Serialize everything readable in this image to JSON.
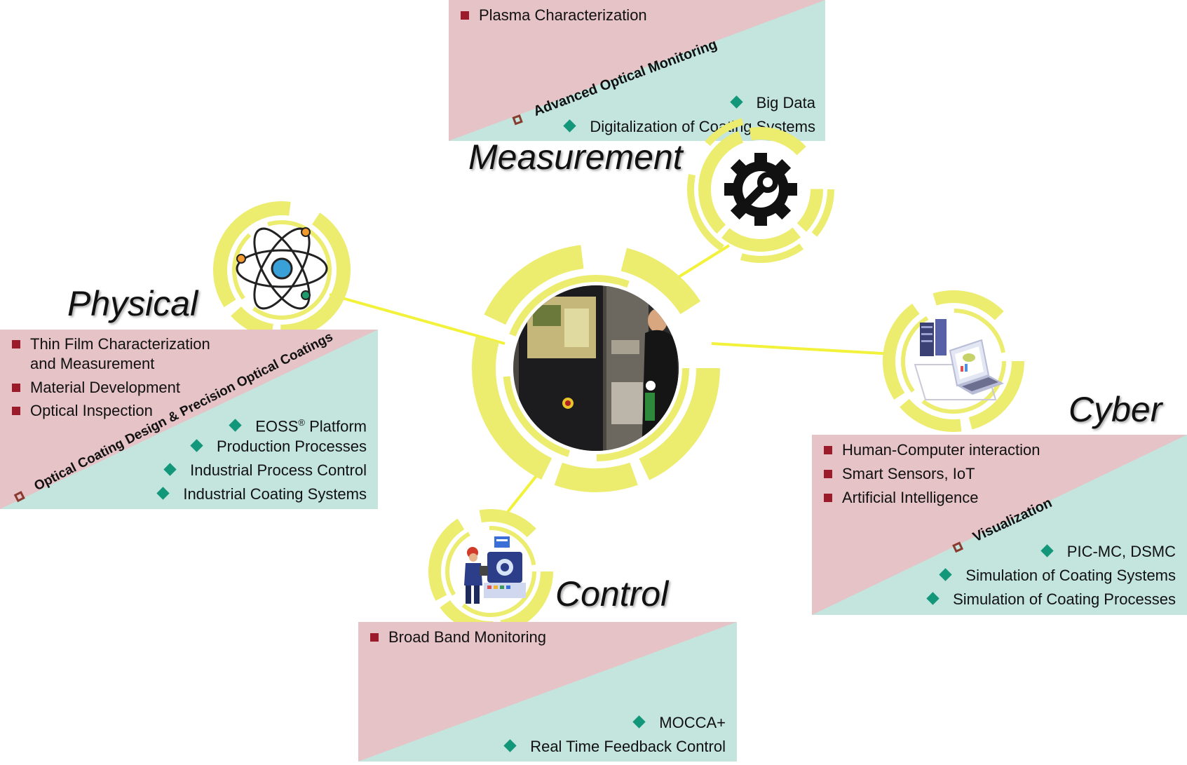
{
  "colors": {
    "pink": "#e5c3c7",
    "mint": "#c3e5dd",
    "yellow": "#ecec6e",
    "connector": "#f2f23a",
    "square_bullet": "#9b1b2b",
    "diamond_bullet": "#13977a",
    "hollow_bullet": "#8a3a2e"
  },
  "measurement": {
    "title": "Measurement",
    "diagonal": "Advanced Optical Monitoring",
    "top_items": [
      "Plasma Characterization"
    ],
    "bottom_items": [
      "Big Data",
      "Digitalization of Coating Systems"
    ],
    "icon": "gear-wrench-icon"
  },
  "physical": {
    "title": "Physical",
    "diagonal": "Optical Coating Design & Precision Optical Coatings",
    "top_items": [
      "Thin Film Characterization",
      "and Measurement",
      "Material Development",
      "Optical Inspection"
    ],
    "bottom_items": [
      "EOSS",
      "Production Processes",
      "Industrial Process Control",
      "Industrial Coating Systems"
    ],
    "eoss_sup": "®",
    "eoss_suffix": " Platform",
    "icon": "atom-icon"
  },
  "cyber": {
    "title": "Cyber",
    "diagonal": "Visualization",
    "top_items": [
      "Human-Computer interaction",
      "Smart Sensors, IoT",
      "Artificial Intelligence"
    ],
    "bottom_items": [
      "PIC-MC, DSMC",
      "Simulation of Coating Systems",
      "Simulation of Coating Processes"
    ],
    "icon": "laptop-server-icon"
  },
  "control": {
    "title": "Control",
    "top_items": [
      "Broad Band Monitoring"
    ],
    "bottom_items": [
      "MOCCA+",
      "Real Time Feedback Control"
    ],
    "icon": "operator-dashboard-icon"
  }
}
